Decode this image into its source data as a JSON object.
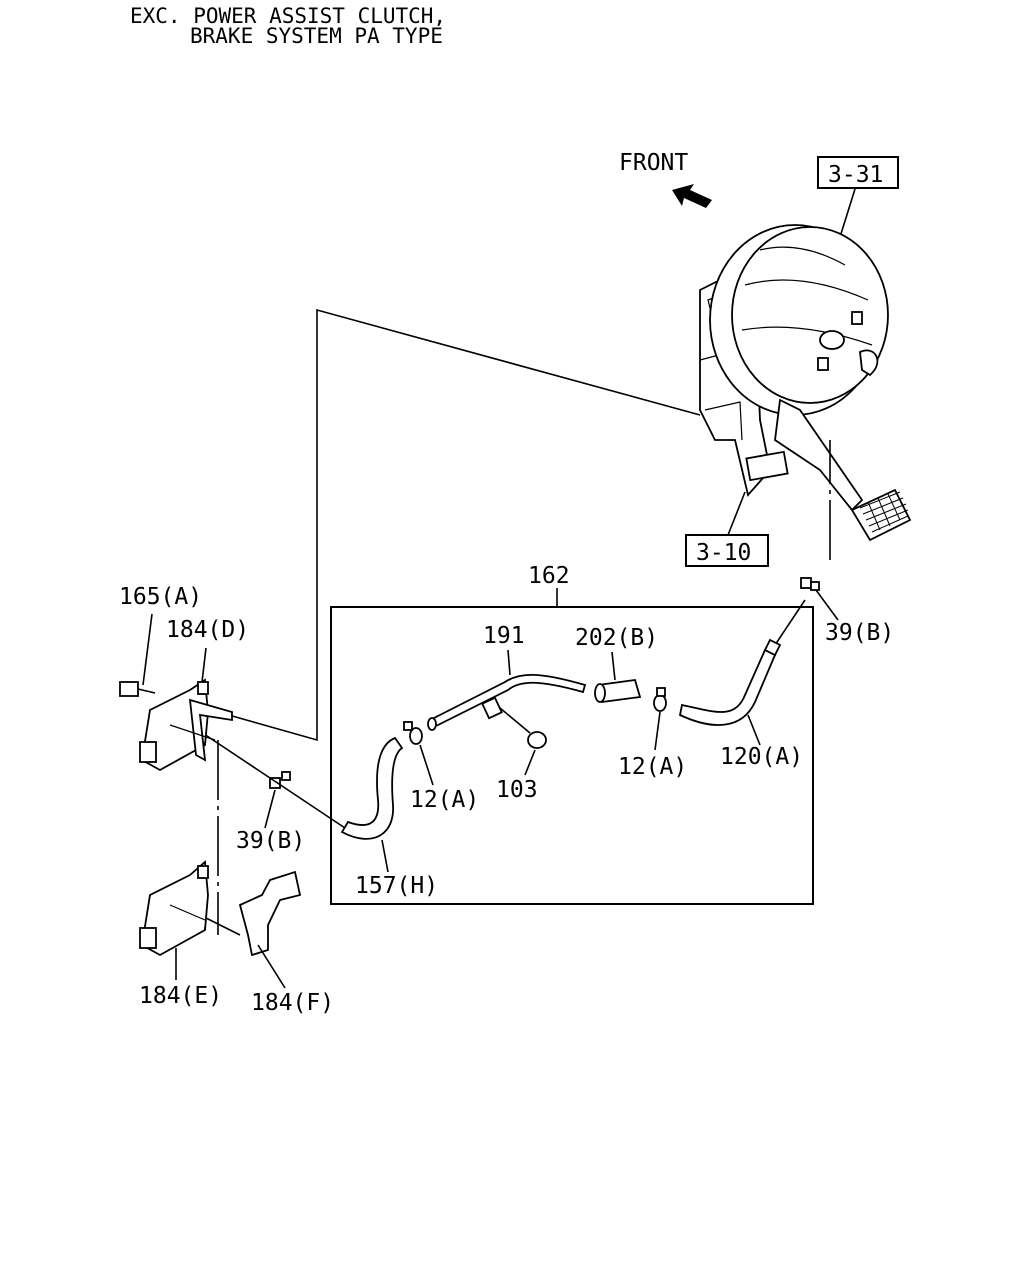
{
  "header": {
    "line1": "EXC. POWER ASSIST CLUTCH,",
    "line2": "BRAKE SYSTEM PA TYPE"
  },
  "front_label": "FRONT",
  "icons": {
    "front_arrow": "arrow-up-left-icon"
  },
  "refs": {
    "booster": "3-31",
    "pedal": "3-10"
  },
  "parts": {
    "p162": "162",
    "p165a": "165(A)",
    "p184d": "184(D)",
    "p191": "191",
    "p202b": "202(B)",
    "p39b_right": "39(B)",
    "p12a_right": "12(A)",
    "p120a": "120(A)",
    "p103": "103",
    "p12a_left": "12(A)",
    "p39b_left": "39(B)",
    "p157h": "157(H)",
    "p184e": "184(E)",
    "p184f": "184(F)"
  },
  "colors": {
    "ink": "#000000",
    "paper": "#ffffff"
  }
}
